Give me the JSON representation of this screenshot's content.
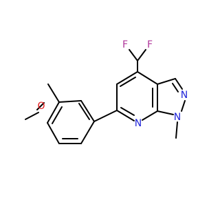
{
  "atoms": [
    {
      "id": "F1",
      "label": "F",
      "color": "#b0369b"
    },
    {
      "id": "F2",
      "label": "F",
      "color": "#b0369b"
    },
    {
      "id": "O1",
      "label": "O",
      "color": "#e31a1c"
    },
    {
      "id": "N1",
      "label": "N",
      "color": "#1f24d9"
    },
    {
      "id": "N2",
      "label": "N",
      "color": "#1f24d9"
    },
    {
      "id": "N3",
      "label": "N",
      "color": "#1f24d9"
    }
  ],
  "colors": {
    "bond": "#000000",
    "background": "#ffffff"
  }
}
